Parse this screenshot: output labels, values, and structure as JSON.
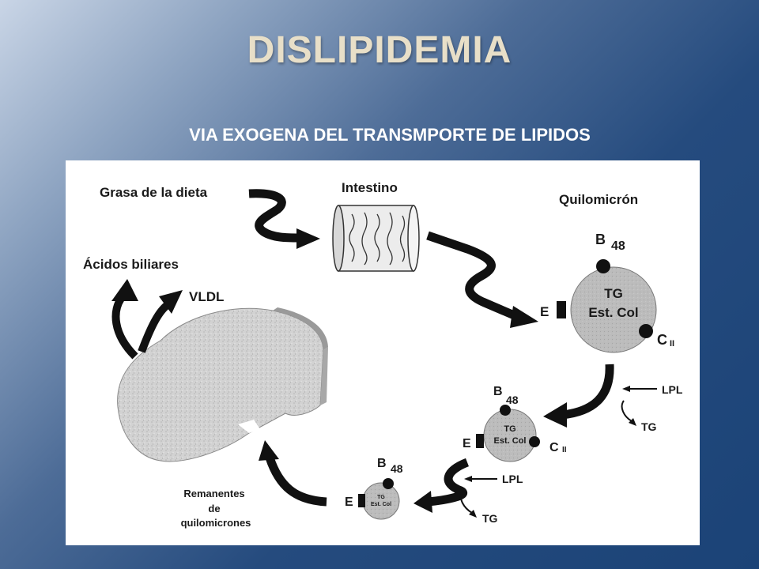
{
  "slide": {
    "title": "DISLIPIDEMIA",
    "subtitle": "VIA EXOGENA DEL TRANSMPORTE DE LIPIDOS"
  },
  "diagram": {
    "labels": {
      "grasa": "Grasa de la dieta",
      "intestino": "Intestino",
      "quilomicron": "Quilomicrón",
      "acidos": "Ácidos biliares",
      "vldl": "VLDL",
      "remanentes_1": "Remanentes",
      "remanentes_2": "de",
      "remanentes_3": "quilomicrones"
    },
    "particle_large": {
      "b": "B",
      "b_num": "48",
      "core_1": "TG",
      "core_2": "Est. Col",
      "e": "E",
      "c": "C",
      "c_sub": "II"
    },
    "particle_medium": {
      "b": "B",
      "b_num": "48",
      "core_1": "TG",
      "core_2": "Est. Col",
      "e": "E",
      "c": "C",
      "c_sub": "II",
      "lpl": "LPL",
      "tg_out": "TG"
    },
    "particle_small": {
      "b": "B",
      "b_num": "48",
      "core_1": "TG",
      "core_2": "Est. Col",
      "e": "E",
      "lpl": "LPL",
      "tg_out": "TG"
    }
  },
  "colors": {
    "title": "#e8dfc8",
    "subtitle": "#ffffff",
    "particle_fill": "#b9b9b9",
    "liver_fill": "#d4d4d4",
    "arrow": "#111111"
  }
}
